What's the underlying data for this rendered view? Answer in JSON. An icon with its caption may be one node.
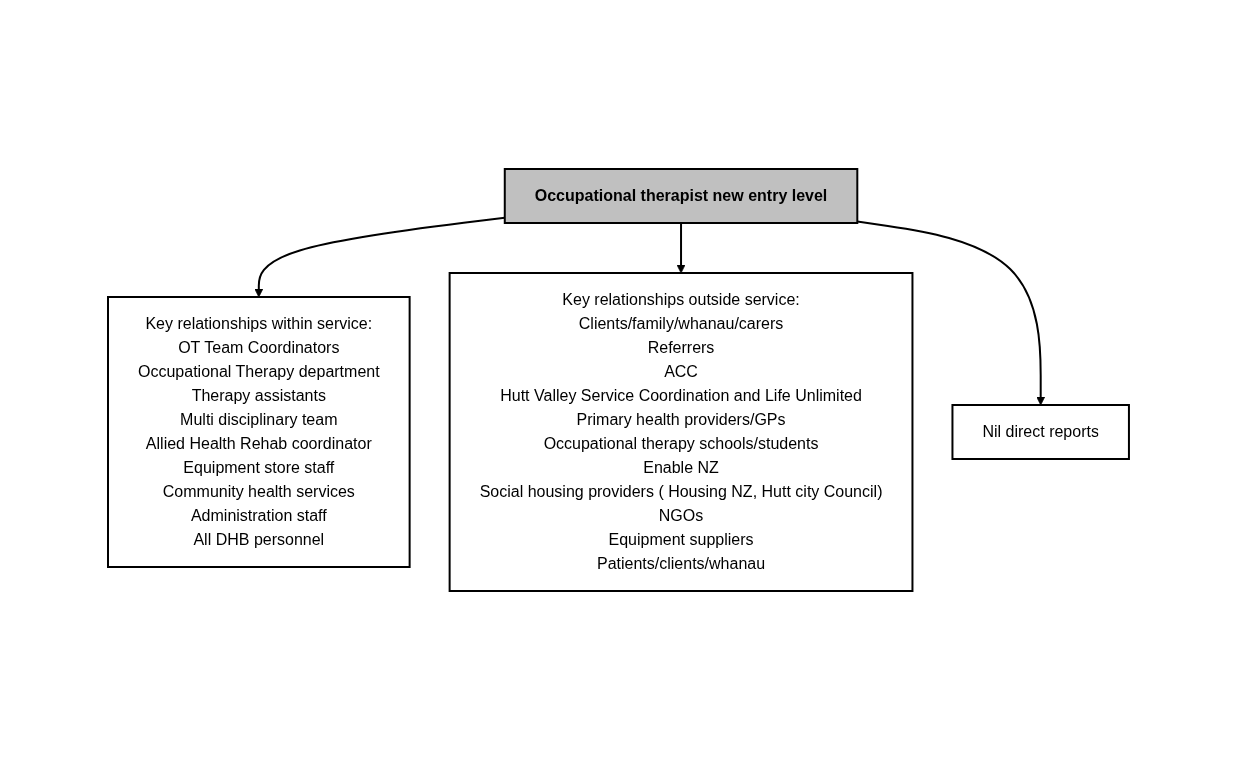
{
  "diagram": {
    "nodes": [
      {
        "text": [
          "Key relationships within service:",
          "OT Team Coordinators",
          "Occupational Therapy department",
          "Therapy assistants",
          "Multi disciplinary team",
          "Allied Health Rehab coordinator",
          "Equipment store staff",
          "Community health services",
          "Administration staff",
          "All DHB personnel"
        ]
      },
      {
        "text": [
          "Occupational therapist new entry level"
        ]
      },
      {
        "text": [
          "Key relationships outside service:",
          "Clients/family/whanau/carers",
          "Referrers",
          "ACC",
          "Hutt Valley Service Coordination and Life Unlimited",
          "Primary health providers/GPs",
          "Occupational therapy schools/students",
          "Enable NZ",
          "Social housing providers ( Housing NZ, Hutt city Council)",
          "NGOs",
          "Equipment suppliers",
          "Patients/clients/whanau"
        ]
      },
      {
        "text": [
          "Nil direct reports"
        ]
      }
    ],
    "edges": [
      {
        "from": 1,
        "to": 0,
        "arrow": "to"
      },
      {
        "from": 1,
        "to": 2,
        "arrow": "to"
      },
      {
        "from": 1,
        "to": 3,
        "arrow": "to"
      }
    ]
  }
}
